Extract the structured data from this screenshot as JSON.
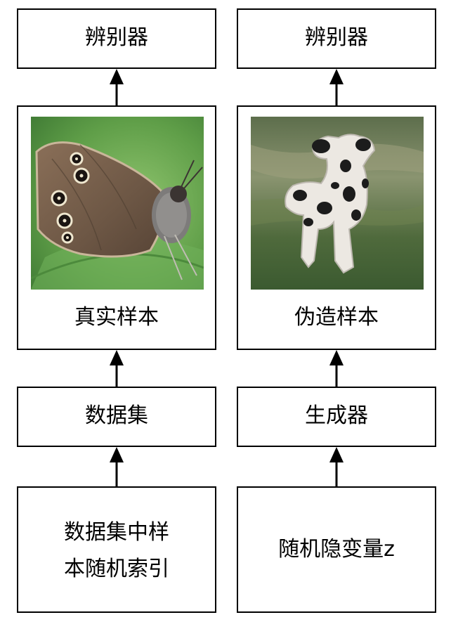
{
  "columns": [
    {
      "top_box_label": "辨别器",
      "sample_label": "真实样本",
      "source_box_label": "数据集",
      "input_box_lines": [
        "数据集中样",
        "本随机索引"
      ],
      "image_subject": "butterfly-photo"
    },
    {
      "top_box_label": "辨别器",
      "sample_label": "伪造样本",
      "source_box_label": "生成器",
      "input_box_lines": [
        "随机隐变量z"
      ],
      "image_subject": "generated-dog-photo"
    }
  ],
  "colors": {
    "stroke": "#000000",
    "background": "#ffffff"
  }
}
